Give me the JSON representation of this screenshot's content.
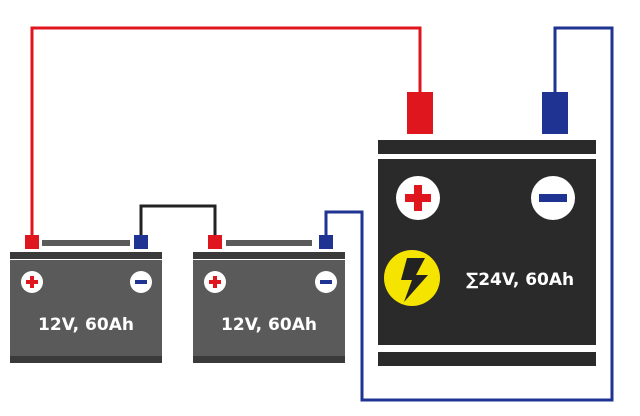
{
  "diagram": {
    "battery_left": {
      "label": "12V, 60Ah"
    },
    "battery_middle": {
      "label": "12V, 60Ah"
    },
    "battery_combined": {
      "label": "∑24V, 60Ah"
    }
  },
  "colors": {
    "positive_wire": "#e0161e",
    "negative_wire": "#1f3392",
    "link_wire": "#222222",
    "battery_body": "#5a5a5a",
    "battery_band": "#3a3a3a",
    "combined_body": "#2a2a2a",
    "terminal_red": "#e0161e",
    "terminal_blue": "#1f3392",
    "bolt_badge": "#f5e400"
  },
  "icons": [
    "plus-icon",
    "minus-icon",
    "lightning-bolt-icon"
  ]
}
